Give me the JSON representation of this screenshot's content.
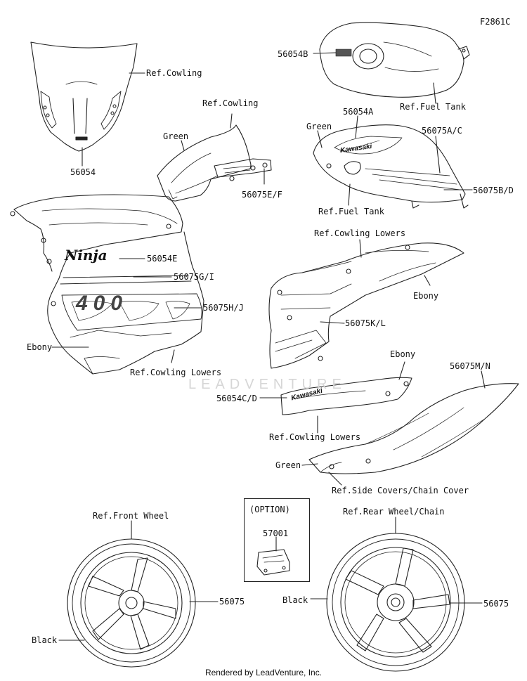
{
  "figure_code": "F2861C",
  "watermark": "LEADVENTURE",
  "footer": "Rendered by LeadVenture, Inc.",
  "option_title": "(OPTION)",
  "labels": {
    "ref_cowling_1": "Ref.Cowling",
    "p56054": "56054",
    "ref_cowling_2": "Ref.Cowling",
    "green_1": "Green",
    "p56075ef": "56075E/F",
    "p56054b": "56054B",
    "ref_fuel_tank_1": "Ref.Fuel Tank",
    "p56054a": "56054A",
    "green_2": "Green",
    "p56075ac": "56075A/C",
    "p56075bd": "56075B/D",
    "ref_fuel_tank_2": "Ref.Fuel Tank",
    "p56054e": "56054E",
    "p56075gi": "56075G/I",
    "p56075hj": "56075H/J",
    "ebony_1": "Ebony",
    "ref_cowling_lowers_1": "Ref.Cowling Lowers",
    "ref_cowling_lowers_2": "Ref.Cowling Lowers",
    "ebony_2": "Ebony",
    "p56075kl": "56075K/L",
    "ebony_3": "Ebony",
    "p56075mn": "56075M/N",
    "p56054cd": "56054C/D",
    "ref_cowling_lowers_3": "Ref.Cowling Lowers",
    "green_3": "Green",
    "ref_side_covers": "Ref.Side Covers/Chain Cover",
    "ref_front_wheel": "Ref.Front Wheel",
    "p57001": "57001",
    "ref_rear_wheel": "Ref.Rear Wheel/Chain",
    "p56075_front": "56075",
    "black_1": "Black",
    "black_2": "Black",
    "p56075_rear": "56075"
  },
  "decal_text": {
    "ninja": "Ninja",
    "kawasaki_1": "Kawasaki",
    "kawasaki_2": "Kawasaki",
    "model_400": "400"
  }
}
